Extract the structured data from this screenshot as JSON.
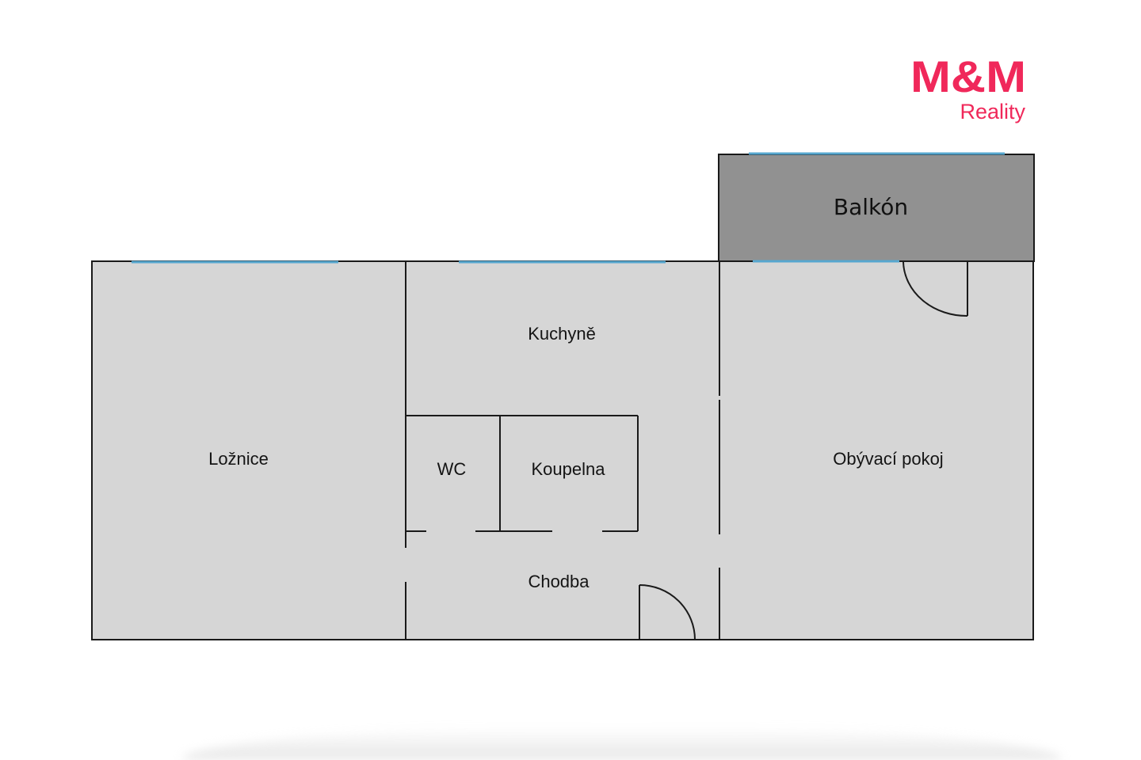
{
  "logo": {
    "main": "M&M",
    "sub": "Reality",
    "color": "#f0285a"
  },
  "rooms": {
    "loznice": "Ložnice",
    "kuchyne": "Kuchyně",
    "wc": "WC",
    "koupelna": "Koupelna",
    "chodba": "Chodba",
    "obyvaci_pokoj": "Obývací pokoj",
    "balkon": "Balkón"
  },
  "colors": {
    "room_fill": "#d6d6d6",
    "balcony_fill": "#919191",
    "window": "#56a7cf",
    "wall": "#1a1a1a"
  }
}
